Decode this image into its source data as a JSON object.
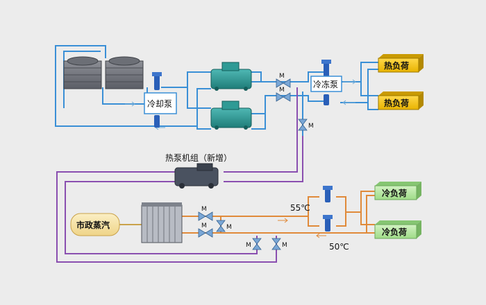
{
  "labels": {
    "cooling_pump": "冷却泵",
    "chilled_pump": "冷冻泵",
    "heat_pump_unit": "热泵机组（新增）",
    "municipal_steam": "市政蒸汽",
    "valve_m": "M",
    "temp_supply": "55℃",
    "temp_return": "50℃"
  },
  "loads": {
    "heat_load_1": "热负荷",
    "heat_load_2": "热负荷",
    "cold_load_1": "冷负荷",
    "cold_load_2": "冷负荷"
  },
  "colors": {
    "blue_pipe": "#3a8fd6",
    "purple_pipe": "#8a4fb0",
    "orange_pipe": "#e08a3a",
    "heat_box": "#f2c200",
    "cold_box": "#b9e8a6",
    "steam_box": "#f6e3a2"
  }
}
